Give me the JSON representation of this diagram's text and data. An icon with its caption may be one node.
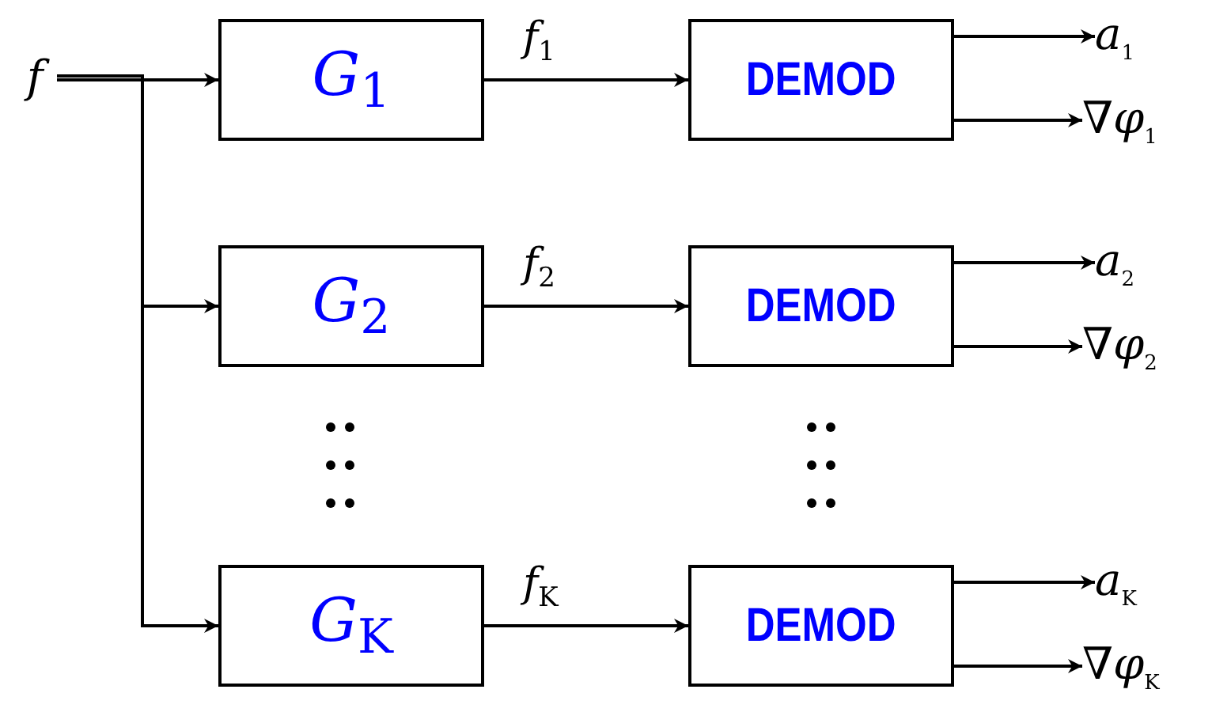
{
  "diagram": {
    "nodes": [
      {
        "text": [
          "f"
        ]
      },
      {
        "text": [
          "G$_{1}$"
        ]
      },
      {
        "text": [
          "DEMOD"
        ]
      },
      {
        "text": [
          "a$_{1}$"
        ]
      },
      {
        "text": [
          "∇φ$_{1}$"
        ]
      },
      {
        "text": [
          "G$_{2}$"
        ]
      },
      {
        "text": [
          "DEMOD"
        ]
      },
      {
        "text": [
          "a$_{2}$"
        ]
      },
      {
        "text": [
          "∇φ$_{2}$"
        ]
      },
      {
        "text": [
          "G$_{K}$"
        ]
      },
      {
        "text": [
          "DEMOD"
        ]
      },
      {
        "text": [
          "a$_{K}$"
        ]
      },
      {
        "text": [
          "∇φ$_{K}$"
        ]
      }
    ],
    "edges": [
      {
        "from": 0,
        "to": 1,
        "arrow": "to"
      },
      {
        "from": 0,
        "to": 5,
        "arrow": "to"
      },
      {
        "from": 0,
        "to": 9,
        "arrow": "to"
      },
      {
        "from": 1,
        "to": 2,
        "arrow": "to",
        "label": "f$_{1}$"
      },
      {
        "from": 2,
        "to": 3,
        "arrow": "to"
      },
      {
        "from": 2,
        "to": 4,
        "arrow": "to"
      },
      {
        "from": 5,
        "to": 6,
        "arrow": "to",
        "label": "f$_{2}$"
      },
      {
        "from": 6,
        "to": 7,
        "arrow": "to"
      },
      {
        "from": 6,
        "to": 8,
        "arrow": "to"
      },
      {
        "from": 9,
        "to": 10,
        "arrow": "to",
        "label": "f$_{K}$"
      },
      {
        "from": 10,
        "to": 11,
        "arrow": "to"
      },
      {
        "from": 10,
        "to": 12,
        "arrow": "to"
      }
    ]
  }
}
